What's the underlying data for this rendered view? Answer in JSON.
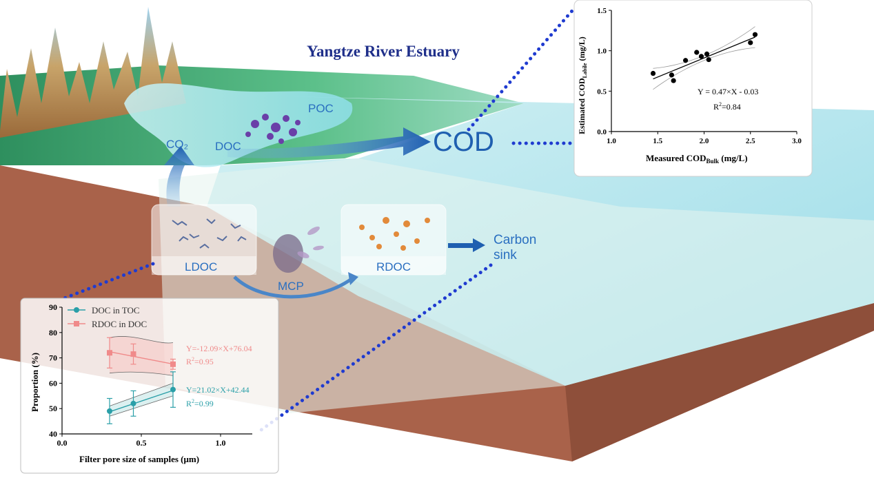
{
  "title": "Yangtze River Estuary",
  "labels": {
    "co2": "CO₂",
    "doc": "DOC",
    "poc": "POC",
    "cod": "COD",
    "ldoc": "LDOC",
    "mcp": "MCP",
    "rdoc": "RDOC",
    "carbon_sink_line1": "Carbon",
    "carbon_sink_line2": "sink"
  },
  "colors": {
    "label_blue": "#2a6fc0",
    "title_navy": "#1f2f8a",
    "arrow_blue": "#1f5fb0",
    "dotted_line": "#1f3bd0",
    "soil": "#a9624a",
    "land_green": "#3fae7d",
    "sea": "#aee6ee",
    "series_doc": "#2a9fa8",
    "series_rdoc": "#f08a8a"
  },
  "chart_data": [
    {
      "type": "scatter",
      "xlabel": "Measured COD",
      "xlabel_sub": "Bulk",
      "xlabel_unit": " (mg/L)",
      "ylabel": "Estimated COD",
      "ylabel_sub": "Labile",
      "ylabel_unit": " (mg/L)",
      "xlim": [
        1.0,
        3.0
      ],
      "ylim": [
        0.0,
        1.5
      ],
      "xticks": [
        "1.0",
        "1.5",
        "2.0",
        "2.5",
        "3.0"
      ],
      "yticks": [
        "0.0",
        "0.5",
        "1.0",
        "1.5"
      ],
      "points": [
        {
          "x": 1.45,
          "y": 0.72
        },
        {
          "x": 1.65,
          "y": 0.7
        },
        {
          "x": 1.67,
          "y": 0.63
        },
        {
          "x": 1.8,
          "y": 0.88
        },
        {
          "x": 1.92,
          "y": 0.98
        },
        {
          "x": 1.97,
          "y": 0.93
        },
        {
          "x": 2.03,
          "y": 0.96
        },
        {
          "x": 2.05,
          "y": 0.89
        },
        {
          "x": 2.5,
          "y": 1.1
        },
        {
          "x": 2.55,
          "y": 1.2
        }
      ],
      "fit": {
        "slope": 0.47,
        "intercept": -0.03,
        "x_range": [
          1.45,
          2.55
        ]
      },
      "equation": "Y = 0.47×X - 0.03",
      "r2_prefix": "R",
      "r2_suffix": "=0.84"
    },
    {
      "type": "scatter",
      "xlabel": "Filter pore size of samples (μm)",
      "ylabel": "Proportion    (%)",
      "xlim": [
        0.0,
        1.2
      ],
      "ylim": [
        40,
        90
      ],
      "xticks": [
        "0.0",
        "0.5",
        "1.0"
      ],
      "yticks": [
        "40",
        "50",
        "60",
        "70",
        "80",
        "90"
      ],
      "series": [
        {
          "name": "DOC in TOC",
          "x": [
            0.3,
            0.45,
            0.7
          ],
          "y": [
            49,
            52,
            57.5
          ],
          "err": [
            5,
            5,
            7
          ],
          "fit": {
            "slope": 21.02,
            "intercept": 42.44
          },
          "equation": "Y=21.02×X+42.44",
          "r2_prefix": "R",
          "r2_suffix": "=0.99"
        },
        {
          "name": "RDOC in DOC",
          "x": [
            0.3,
            0.45,
            0.7
          ],
          "y": [
            72,
            71.5,
            67.5
          ],
          "err": [
            6,
            4,
            2
          ],
          "fit": {
            "slope": -12.09,
            "intercept": 76.04
          },
          "equation": "Y=-12.09×X+76.04",
          "r2_prefix": "R",
          "r2_suffix": "=0.95"
        }
      ]
    }
  ]
}
